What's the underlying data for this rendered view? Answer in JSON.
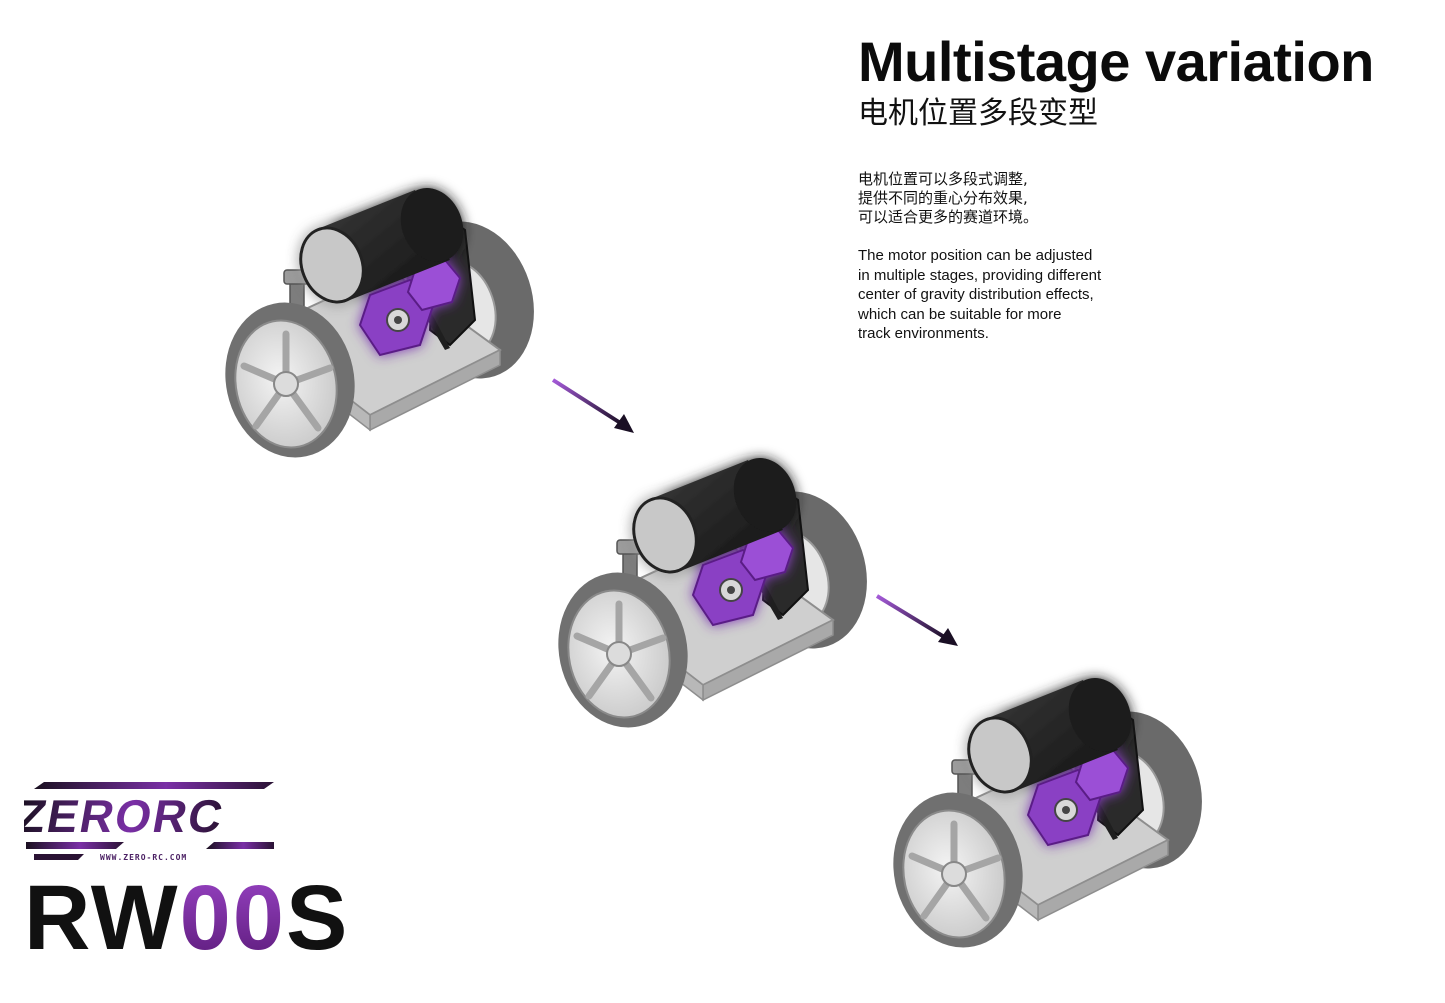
{
  "header": {
    "title": "Multistage variation",
    "subtitle": "电机位置多段变型"
  },
  "description": {
    "chinese_lines": [
      "电机位置可以多段式调整,",
      "提供不同的重心分布效果,",
      "可以适合更多的赛道环境。"
    ],
    "english_lines": [
      "The motor position can be adjusted",
      "in multiple stages, providing different",
      "center of gravity distribution effects,",
      "which can be suitable for more",
      "track environments."
    ]
  },
  "brand": {
    "logo_text": "ZERORC",
    "url": "WWW.ZERO-RC.COM",
    "model_prefix": "RW",
    "model_highlight": "00",
    "model_suffix": "S"
  },
  "colors": {
    "accent": "#8a3fc4",
    "glow": "#a64dff",
    "motor": "#2b2b2b",
    "tire": "#6e6e6e",
    "chassis": "#bdbdbd"
  },
  "illustrations": [
    "chassis-stage-1",
    "chassis-stage-2",
    "chassis-stage-3"
  ]
}
